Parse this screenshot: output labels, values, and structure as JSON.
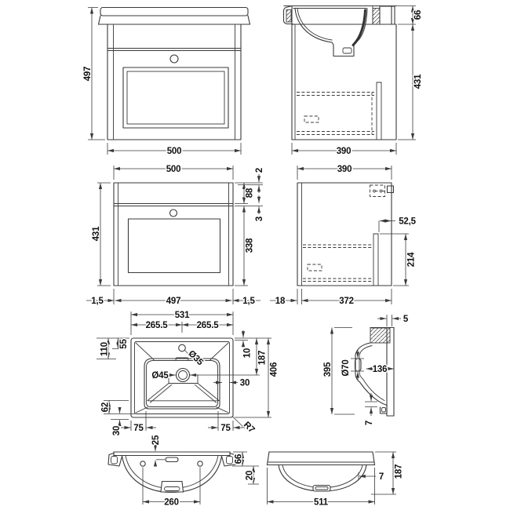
{
  "drawing": {
    "kind": "technical-drawing",
    "subject": "wall-hung vanity unit with basin",
    "background_color": "#ffffff",
    "line_color": "#3a3a3a",
    "text_color": "#111111"
  },
  "views": {
    "vanity_front": {
      "height": "497",
      "width": "500"
    },
    "vanity_side": {
      "basin_height": "66",
      "cabinet_height": "431",
      "depth": "390"
    },
    "cabinet_front": {
      "width": "500",
      "height": "431",
      "top_thickness": "2",
      "top_rail": "88",
      "gap": "3",
      "drawer_front": "338",
      "side_left": "1,5",
      "internal_width": "497",
      "side_right": "1,5"
    },
    "cabinet_side": {
      "depth": "390",
      "back_inset": "52,5",
      "drawer_height": "214",
      "front_thickness": "18",
      "body_depth": "372"
    },
    "basin_plan": {
      "width": "531",
      "half_left": "265.5",
      "half_right": "265.5",
      "bowl_offset": "110",
      "tap_offset": "55",
      "rim_top": "10",
      "waste_offset": "187",
      "depth": "406",
      "bowl_gap": "30",
      "bowl_bottom": "62",
      "rim_bottom": "30",
      "corner_left": "75",
      "corner_right": "75",
      "tap_hole": "Ø35",
      "waste_hole": "Ø45",
      "corner_radius": "R7"
    },
    "basin_section": {
      "back_step": "5",
      "depth": "395",
      "overflow": "Ø70",
      "bowl_to_back": "136",
      "wall": "7"
    },
    "basin_front": {
      "overflow_offset": "25",
      "fixing_centres": "260",
      "rim_height": "66",
      "hole_offset": "20"
    },
    "basin_underside": {
      "wall": "7",
      "depth": "187",
      "width": "511"
    }
  }
}
